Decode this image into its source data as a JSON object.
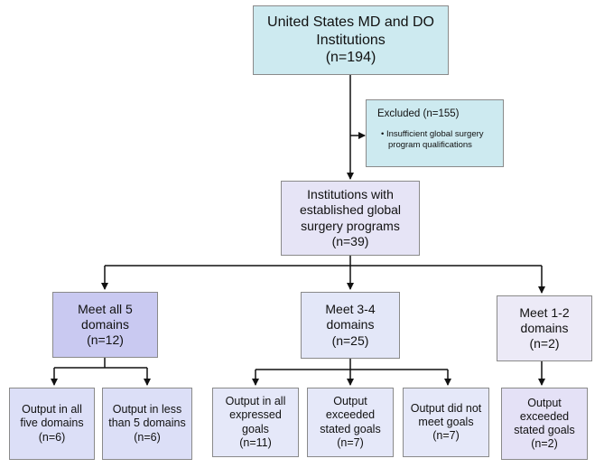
{
  "top": {
    "line1": "United States MD and DO",
    "line2": "Institutions",
    "line3": "(n=194)"
  },
  "excluded": {
    "title": "Excluded (n=155)",
    "bullet_line1": "• Insufficient global surgery",
    "bullet_line2": "program qualifications"
  },
  "established": {
    "line1": "Institutions with",
    "line2": "established global",
    "line3": "surgery programs",
    "line4": "(n=39)"
  },
  "meet_all": {
    "line1": "Meet all 5",
    "line2": "domains",
    "line3": "(n=12)"
  },
  "meet_34": {
    "line1": "Meet 3-4",
    "line2": "domains",
    "line3": "(n=25)"
  },
  "meet_12": {
    "line1": "Meet 1-2",
    "line2": "domains",
    "line3": "(n=2)"
  },
  "out_all5": {
    "line1": "Output in all",
    "line2": "five domains",
    "line3": "(n=6)"
  },
  "out_less5": {
    "line1": "Output in less",
    "line2": "than 5 domains",
    "line3": "(n=6)"
  },
  "out_expressed": {
    "line1": "Output in all",
    "line2": "expressed",
    "line3": "goals",
    "line4": "(n=11)"
  },
  "out_exceeded_a": {
    "line1": "Output",
    "line2": "exceeded",
    "line3": "stated goals",
    "line4": "(n=7)"
  },
  "out_notmeet": {
    "line1": "Output did not",
    "line2": "meet goals",
    "line3": "(n=7)"
  },
  "out_exceeded_b": {
    "line1": "Output",
    "line2": "exceeded",
    "line3": "stated goals",
    "line4": "(n=2)"
  }
}
